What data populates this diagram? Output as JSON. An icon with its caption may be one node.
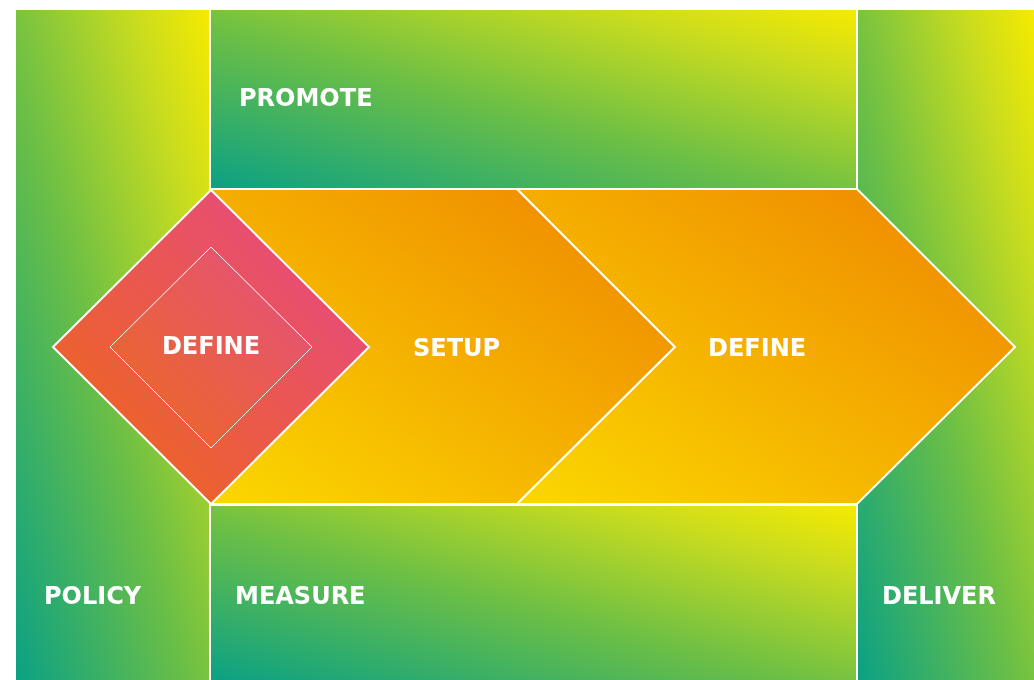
{
  "diagram": {
    "nodes": [
      {
        "text": [
          "PROMOTE"
        ]
      },
      {
        "text": [],
        "shape": "diamond"
      },
      {
        "text": [
          "DEFINE"
        ],
        "in": 1
      },
      {
        "text": [
          "SETUP"
        ]
      },
      {
        "text": [
          "DEFINE"
        ]
      },
      {
        "text": [
          "POLICY"
        ]
      },
      {
        "text": [
          "MEASURE"
        ]
      },
      {
        "text": [
          "DELIVER"
        ]
      }
    ]
  }
}
